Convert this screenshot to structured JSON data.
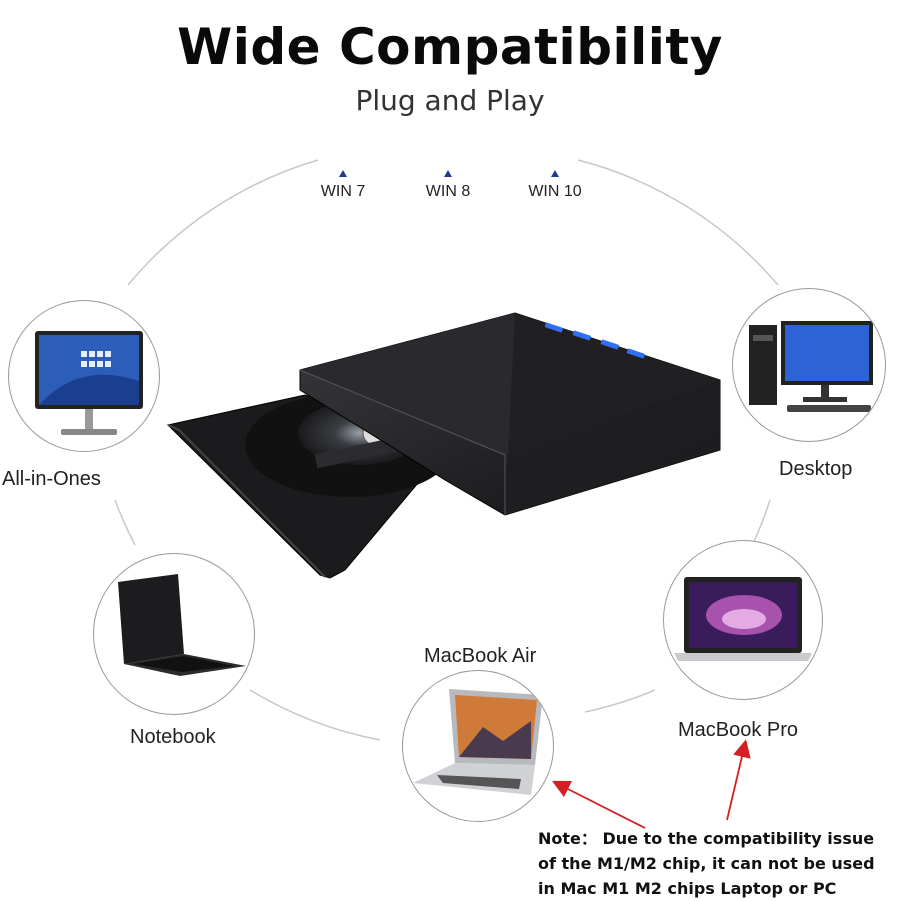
{
  "header": {
    "title": "Wide Compatibility",
    "subtitle": "Plug and Play"
  },
  "os_support": [
    {
      "label": "WIN 7",
      "icon": "triangle-icon"
    },
    {
      "label": "WIN 8",
      "icon": "triangle-icon"
    },
    {
      "label": "WIN 10",
      "icon": "triangle-icon"
    }
  ],
  "devices": {
    "all_in_ones": "All-in-Ones",
    "desktop": "Desktop",
    "notebook": "Notebook",
    "macbook_air": "MacBook Air",
    "macbook_pro": "MacBook Pro"
  },
  "note": {
    "line1": "Note： Due to the compatibility issue",
    "line2": "of the M1/M2 chip, it can not be used",
    "line3": "in Mac M1 M2 chips Laptop or PC"
  },
  "colors": {
    "arrow": "#d42020",
    "triangle": "#1f3a8a",
    "drive_body": "#1c1c1e",
    "usb_port": "#2f6ff5"
  }
}
